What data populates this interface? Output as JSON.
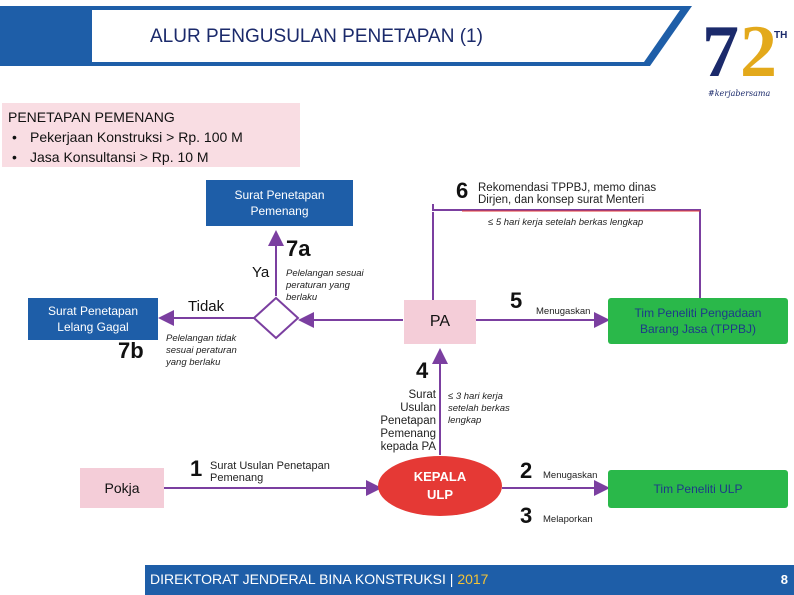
{
  "header": {
    "title": "ALUR PENGUSULAN PENETAPAN (1)"
  },
  "logo": {
    "number": "72",
    "superscript": "TH",
    "tagline": "#kerjabersama"
  },
  "info": {
    "heading": "PENETAPAN PEMENANG",
    "items": [
      "Pekerjaan Konstruksi > Rp. 100 M",
      "Jasa Konsultansi > Rp. 10 M"
    ]
  },
  "nodes": {
    "surat_penetapan_pemenang": "Surat Penetapan Pemenang",
    "surat_penetapan_lelang_gagal": "Surat Penetapan Lelang Gagal",
    "pokja": "Pokja",
    "pa": "PA",
    "kepala_ulp": "KEPALA ULP",
    "tim_peneliti_pengadaan": "Tim Peneliti Pengadaan Barang Jasa (TPPBJ)",
    "tim_peneliti_ulp": "Tim Peneliti ULP"
  },
  "steps": {
    "s1": {
      "num": "1",
      "label": "Surat Usulan Penetapan Pemenang"
    },
    "s2": {
      "num": "2",
      "label": "Menugaskan"
    },
    "s3": {
      "num": "3",
      "label": "Melaporkan"
    },
    "s4": {
      "num": "4",
      "label": "Surat Usulan Penetapan Pemenang kepada PA",
      "note": "≤ 3 hari kerja setelah berkas lengkap"
    },
    "s5": {
      "num": "5",
      "label": "Menugaskan"
    },
    "s6": {
      "num": "6",
      "label": "Rekomendasi TPPBJ, memo dinas Dirjen, dan konsep surat Menteri",
      "note": "≤ 5 hari kerja setelah berkas lengkap"
    },
    "s7a": {
      "num": "7a",
      "label": "Pelelangan sesuai peraturan yang berlaku"
    },
    "s7b": {
      "num": "7b"
    }
  },
  "decision": {
    "ya": "Ya",
    "tidak": "Tidak",
    "tidak_note": "Pelelangan tidak sesuai peraturan yang berlaku"
  },
  "footer": {
    "text": "DIREKTORAT JENDERAL BINA KONSTRUKSI",
    "separator": "|",
    "year": "2017",
    "page": "8"
  },
  "colors": {
    "blue": "#1e5ea8",
    "navy": "#1b2a6b",
    "pink": "#f4cdd8",
    "green": "#2ab84a",
    "arrow_purple": "#7b3fa0",
    "red": "#e53935",
    "gold": "#f2c237"
  }
}
